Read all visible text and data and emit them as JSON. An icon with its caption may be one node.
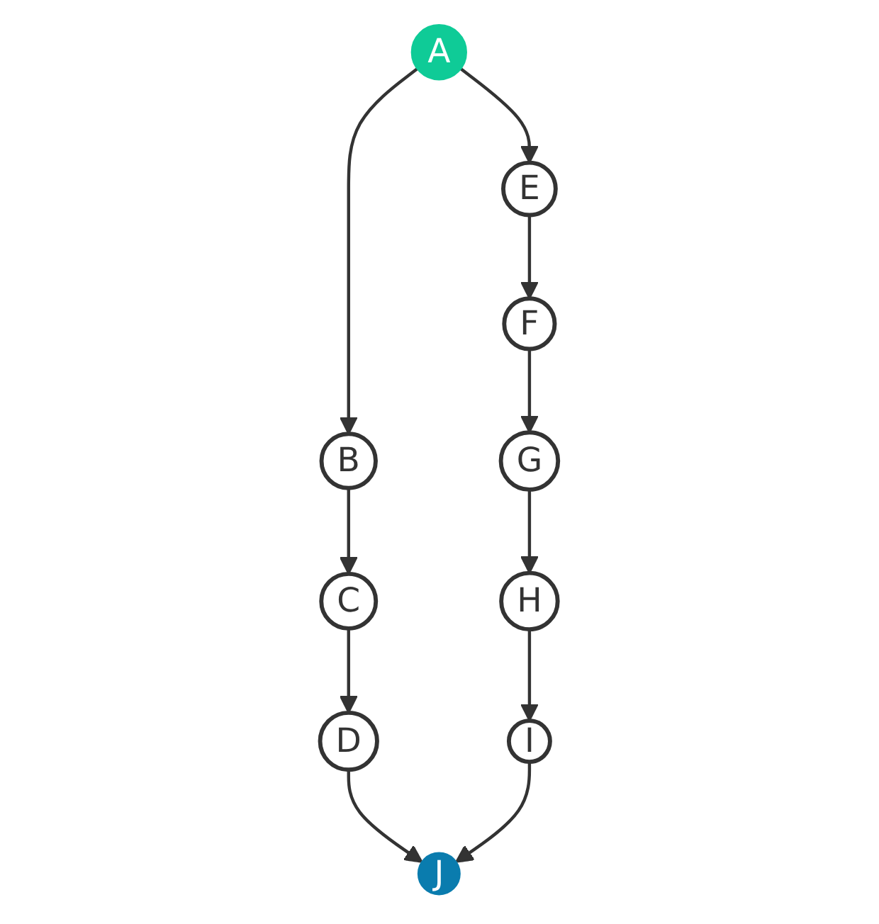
{
  "diagram": {
    "nodes": [
      {
        "text": [
          "A"
        ]
      },
      {
        "text": [
          "B"
        ]
      },
      {
        "text": [
          "C"
        ]
      },
      {
        "text": [
          "D"
        ]
      },
      {
        "text": [
          "E"
        ]
      },
      {
        "text": [
          "F"
        ]
      },
      {
        "text": [
          "G"
        ]
      },
      {
        "text": [
          "H"
        ]
      },
      {
        "text": [
          "I"
        ]
      },
      {
        "text": [
          "J"
        ]
      }
    ],
    "edges": [
      {
        "from": 0,
        "to": 1,
        "arrow": "to"
      },
      {
        "from": 0,
        "to": 4,
        "arrow": "to"
      },
      {
        "from": 1,
        "to": 2,
        "arrow": "to"
      },
      {
        "from": 2,
        "to": 3,
        "arrow": "to"
      },
      {
        "from": 3,
        "to": 9,
        "arrow": "to"
      },
      {
        "from": 4,
        "to": 5,
        "arrow": "to"
      },
      {
        "from": 5,
        "to": 6,
        "arrow": "to"
      },
      {
        "from": 6,
        "to": 7,
        "arrow": "to"
      },
      {
        "from": 7,
        "to": 8,
        "arrow": "to"
      },
      {
        "from": 8,
        "to": 9,
        "arrow": "to"
      }
    ]
  }
}
